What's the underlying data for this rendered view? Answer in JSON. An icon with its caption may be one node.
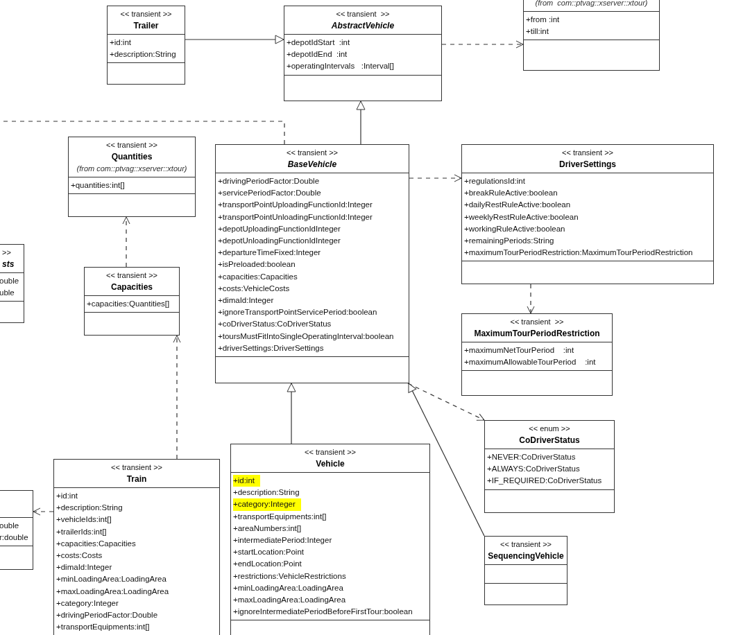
{
  "diagram": {
    "nodes": [
      {
        "text": [
          "<< transient >>",
          "Trailer",
          "+id:int",
          "+description:String"
        ]
      },
      {
        "text": [
          "<< transient  >>",
          "AbstractVehicle",
          "+depotIdStart  :int",
          "+depotIdEnd  :int",
          "+operatingIntervals   :Interval[]"
        ]
      },
      {
        "text": [
          "(from  com::ptvag::xserver::xtour)",
          "+from :int",
          "+till:int"
        ]
      },
      {
        "text": [
          "<< transient >>",
          "Quantities",
          "(from com::ptvag::xserver::xtour)",
          "+quantities:int[]"
        ]
      },
      {
        "text": [
          "<< transient >>",
          "BaseVehicle",
          "+drivingPeriodFactor:Double",
          "+servicePeriodFactor:Double",
          "+transportPointUploadingFunctionId:Integer",
          "+transportPointUnloadingFunctionId:Integer",
          "+depotUploadingFunctionIdInteger",
          "+depotUnloadingFunctionIdInteger",
          "+departureTimeFixed:Integer",
          "+isPreloaded:boolean",
          "+capacities:Capacities",
          "+costs:VehicleCosts",
          "+dimaId:Integer",
          "+ignoreTransportPointServicePeriod:boolean",
          "+coDriverStatus:CoDriverStatus",
          "+toursMustFitIntoSingleOperatingInterval:boolean",
          "+driverSettings:DriverSettings"
        ]
      },
      {
        "text": [
          "<< transient >>",
          "DriverSettings",
          "+regulationsId:int",
          "+breakRuleActive:boolean",
          "+dailyRestRuleActive:boolean",
          "+weeklyRestRuleActive:boolean",
          "+workingRuleActive:boolean",
          "+remainingPeriods:String",
          "+maximumTourPeriodRestriction:MaximumTourPeriodRestriction"
        ]
      },
      {
        "text": [
          ">>",
          "sts",
          "ouble",
          "uble"
        ]
      },
      {
        "text": [
          "<< transient >>",
          "Capacities",
          "+capacities:Quantities[]"
        ]
      },
      {
        "text": [
          "<< transient  >>",
          "MaximumTourPeriodRestriction",
          "+maximumNetTourPeriod    :int",
          "+maximumAllowableTourPeriod    :int"
        ]
      },
      {
        "text": [
          "<< enum >>",
          "CoDriverStatus",
          "+NEVER:CoDriverStatus",
          "+ALWAYS:CoDriverStatus",
          "+IF_REQUIRED:CoDriverStatus"
        ]
      },
      {
        "text": [
          "<< transient >>",
          "Train",
          "+id:int",
          "+description:String",
          "+vehicleIds:int[]",
          "+trailerIds:int[]",
          "+capacities:Capacities",
          "+costs:Costs",
          "+dimaId:Integer",
          "+minLoadingArea:LoadingArea",
          "+maxLoadingArea:LoadingArea",
          "+category:Integer",
          "+drivingPeriodFactor:Double",
          "+transportEquipments:int[]"
        ]
      },
      {
        "text": [
          "<< transient >>",
          "Vehicle",
          "+id:int",
          "+description:String",
          "+category:Integer",
          "+transportEquipments:int[]",
          "+areaNumbers:int[]",
          "+intermediatePeriod:Integer",
          "+startLocation:Point",
          "+endLocation:Point",
          "+restrictions:VehicleRestrictions",
          "+minLoadingArea:LoadingArea",
          "+maxLoadingArea:LoadingArea",
          "+ignoreIntermediatePeriodBeforeFirstTour:boolean"
        ]
      },
      {
        "text": [
          "ouble",
          "r:double"
        ]
      },
      {
        "text": [
          "<< transient >>",
          "SequencingVehicle"
        ]
      }
    ],
    "edges": [
      {
        "from": 0,
        "to": 1,
        "arrow": "to"
      },
      {
        "from": 1,
        "to": 2,
        "arrow": "to",
        "style": "dashed"
      },
      {
        "from": 4,
        "to": 1,
        "arrow": "to"
      },
      {
        "from": 4,
        "to": null,
        "arrow": "none",
        "style": "dashed"
      },
      {
        "from": 7,
        "to": 3,
        "arrow": "to",
        "style": "dashed"
      },
      {
        "from": 4,
        "to": 5,
        "arrow": "to",
        "style": "dashed"
      },
      {
        "from": 5,
        "to": 8,
        "arrow": "to",
        "style": "dashed"
      },
      {
        "from": 4,
        "to": 9,
        "arrow": "to",
        "style": "dashed"
      },
      {
        "from": 11,
        "to": 4,
        "arrow": "to"
      },
      {
        "from": 13,
        "to": 4,
        "arrow": "to"
      },
      {
        "from": 10,
        "to": 7,
        "arrow": "to",
        "style": "dashed"
      },
      {
        "from": 10,
        "to": 12,
        "arrow": "to",
        "style": "dashed"
      }
    ]
  }
}
